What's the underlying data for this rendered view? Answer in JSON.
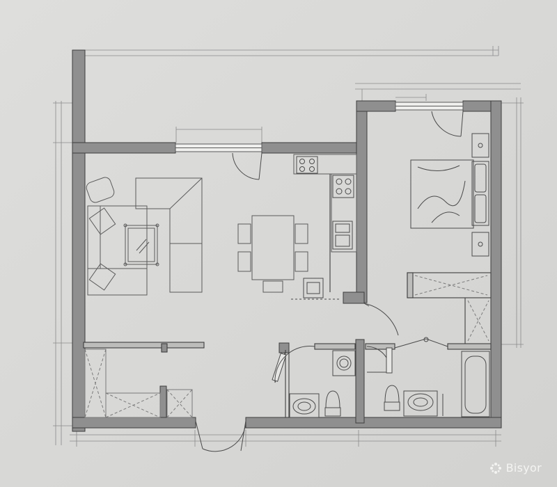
{
  "diagram": {
    "type": "floor-plan",
    "rooms": [
      "living-room",
      "kitchen",
      "bedroom",
      "bathroom",
      "bathroom",
      "wardrobe",
      "entrance"
    ],
    "colors": {
      "paper": "#d9d9d7",
      "wall": "#8f8f8f",
      "wall_outline": "#3d3d3d",
      "line": "#6f6f6f",
      "faint": "#9a9a9a",
      "watermark": "#f4f4f2"
    }
  },
  "watermark": {
    "text": "Bisyor",
    "icon": "bisyor-logo-icon"
  }
}
